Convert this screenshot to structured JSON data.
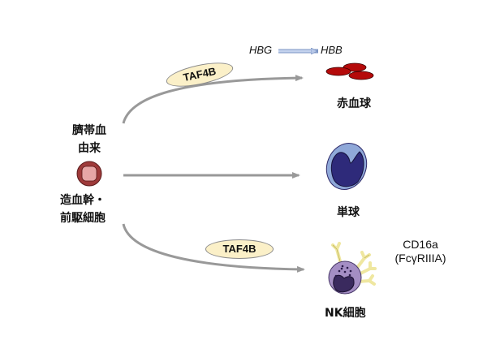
{
  "source": {
    "origin_label_line1": "臍帯血",
    "origin_label_line2": "由来",
    "cell_label_line1": "造血幹・",
    "cell_label_line2": "前駆細胞",
    "icon": "stem-cell-icon"
  },
  "targets": {
    "erythrocyte": {
      "label": "赤血球",
      "icon": "red-blood-cells-icon",
      "gene_switch": {
        "from": "HBG",
        "to": "HBB"
      },
      "regulator": "TAF4B"
    },
    "monocyte": {
      "label": "単球",
      "icon": "monocyte-icon"
    },
    "nk_cell": {
      "label": "NK細胞",
      "icon": "nk-cell-icon",
      "regulator": "TAF4B",
      "marker_line1": "CD16a",
      "marker_line2": "(FcγRIIIA)"
    }
  },
  "colors": {
    "arrow": "#999999",
    "pill_fill": "#fbf0c8",
    "rbc": "#b50a0a",
    "monocyte_outer": "#8fa8d8",
    "monocyte_nucleus": "#2e2a7a",
    "nk_body": "#a48ec4",
    "nk_nucleus": "#3a2a5e",
    "receptor": "#efe7a0",
    "stem_outer": "#9e3a3a",
    "stem_inner": "#e0a0a0"
  }
}
